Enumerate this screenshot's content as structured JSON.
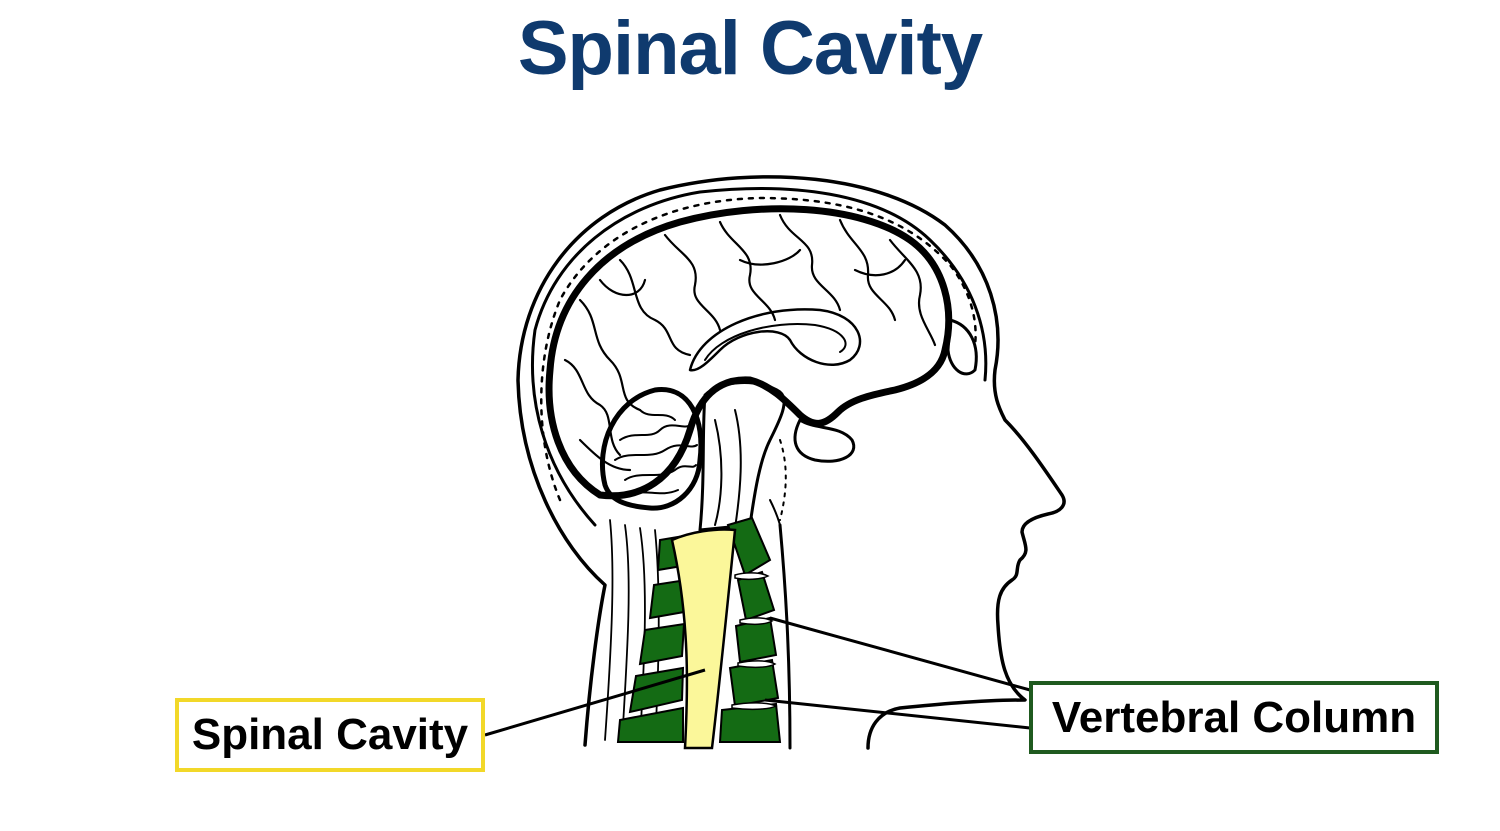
{
  "title": "Spinal Cavity",
  "colors": {
    "title": "#0f3a6e",
    "spinal_cavity_fill": "#fbf79a",
    "spinal_cavity_border": "#f2d829",
    "vertebrae_fill": "#146b14",
    "vertebral_border": "#1f5a1f",
    "outline": "#000000"
  },
  "labels": {
    "spinal_cavity": "Spinal Cavity",
    "vertebral_column": "Vertebral Column"
  },
  "icons": {
    "illustration": "head-sagittal-section-illustration"
  }
}
